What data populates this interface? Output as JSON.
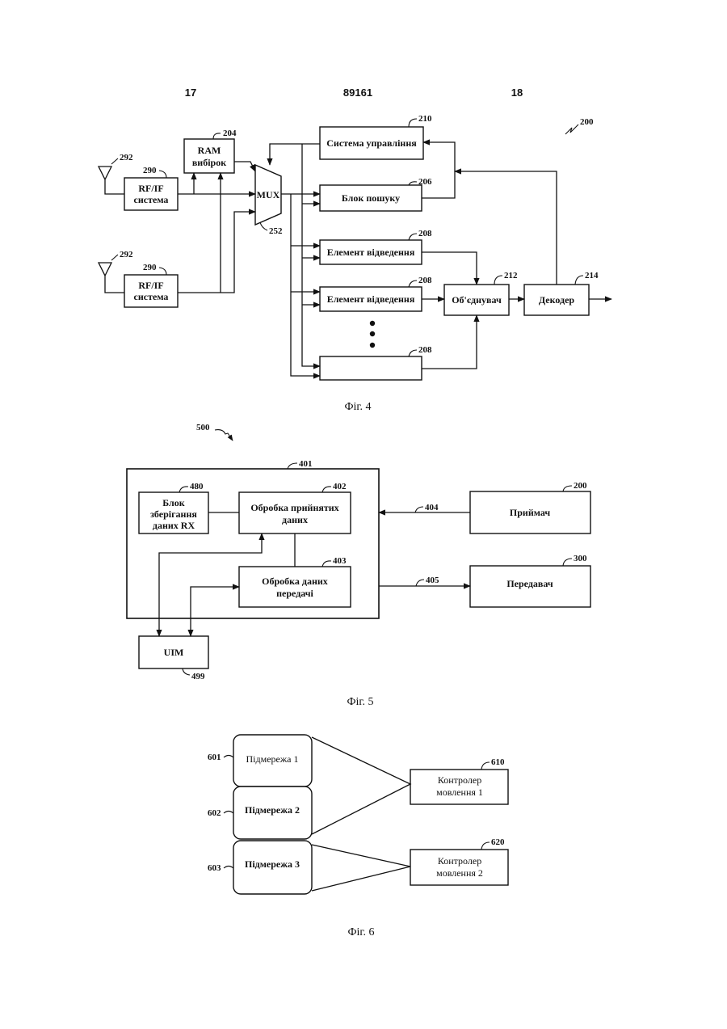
{
  "header": {
    "left_page": "17",
    "patent_number": "89161",
    "right_page": "18"
  },
  "fig4": {
    "caption": "Фіг. 4",
    "ref_system": "200",
    "antenna_ref": "292",
    "rf_if": {
      "ref": "290",
      "line1": "RF/IF",
      "line2": "система"
    },
    "ram": {
      "ref": "204",
      "line1": "RAM",
      "line2": "вибірок"
    },
    "mux": {
      "label": "MUX",
      "ref": "252"
    },
    "control": {
      "ref": "210",
      "label": "Система управління"
    },
    "searcher": {
      "ref": "206",
      "label": "Блок пошуку"
    },
    "finger": {
      "ref": "208",
      "label": "Елемент відведення"
    },
    "combiner": {
      "ref": "212",
      "label": "Об'єднувач"
    },
    "decoder": {
      "ref": "214",
      "label": "Декодер"
    }
  },
  "fig5": {
    "caption": "Фіг. 5",
    "ref_system": "500",
    "processor_ref": "401",
    "storage": {
      "ref": "480",
      "line1": "Блок",
      "line2": "зберігання",
      "line3": "даних RX"
    },
    "rx_proc": {
      "ref": "402",
      "line1": "Обробка прийнятих",
      "line2": "даних"
    },
    "tx_proc": {
      "ref": "403",
      "line1": "Обробка даних",
      "line2": "передачі"
    },
    "receiver": {
      "ref": "200",
      "label": "Приймач"
    },
    "transmitter": {
      "ref": "300",
      "label": "Передавач"
    },
    "link_rx_ref": "404",
    "link_tx_ref": "405",
    "uim": {
      "ref": "499",
      "label": "UIM"
    }
  },
  "fig6": {
    "caption": "Фіг. 6",
    "subnets": [
      {
        "ref": "601",
        "label": "Підмережа 1"
      },
      {
        "ref": "602",
        "label": "Підмережа 2"
      },
      {
        "ref": "603",
        "label": "Підмережа 3"
      }
    ],
    "controllers": [
      {
        "ref": "610",
        "line1": "Контролер",
        "line2": "мовлення 1"
      },
      {
        "ref": "620",
        "line1": "Контролер",
        "line2": "мовлення 2"
      }
    ]
  }
}
